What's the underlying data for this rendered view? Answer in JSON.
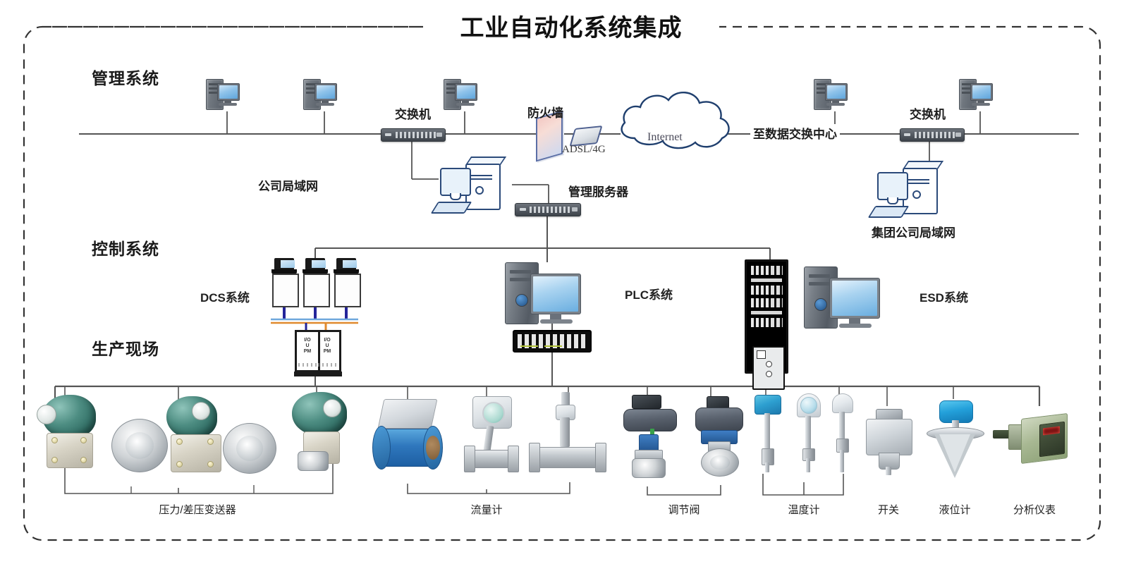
{
  "diagram": {
    "title": "工业自动化系统集成",
    "layers": [
      {
        "id": "management",
        "label": "管理系统"
      },
      {
        "id": "control",
        "label": "控制系统"
      },
      {
        "id": "field",
        "label": "生产现场"
      }
    ],
    "network": {
      "switch_left_label": "交换机",
      "switch_right_label": "交换机",
      "firewall_label": "防火墙",
      "modem_label": "ADSL/4G",
      "internet_label": "Internet",
      "to_data_center_label": "至数据交换中心",
      "company_lan_label": "公司局域网",
      "management_server_label": "管理服务器",
      "group_lan_label": "集团公司局域网"
    },
    "control_systems": [
      {
        "id": "dcs",
        "label": "DCS系统"
      },
      {
        "id": "plc",
        "label": "PLC系统"
      },
      {
        "id": "esd",
        "label": "ESD系统"
      }
    ],
    "dcs_cabinet_text": {
      "line1": "I/O",
      "line2": "U",
      "line3": "PM"
    },
    "field_devices": [
      {
        "id": "pressure-transmitter",
        "label": "压力/差压变送器"
      },
      {
        "id": "flow-meter",
        "label": "流量计"
      },
      {
        "id": "control-valve",
        "label": "调节阀"
      },
      {
        "id": "thermometer",
        "label": "温度计"
      },
      {
        "id": "switch",
        "label": "开关"
      },
      {
        "id": "level-gauge",
        "label": "液位计"
      },
      {
        "id": "analyzer",
        "label": "分析仪表"
      }
    ],
    "colors": {
      "border": "#2b2b2b",
      "bus_line": "#555555",
      "cloud_stroke": "#1f3f6e",
      "firewall": "#f0c7c1",
      "accent_blue": "#2f77bd",
      "accent_teal": "#3d8279",
      "accent_green": "#8ba075"
    }
  }
}
